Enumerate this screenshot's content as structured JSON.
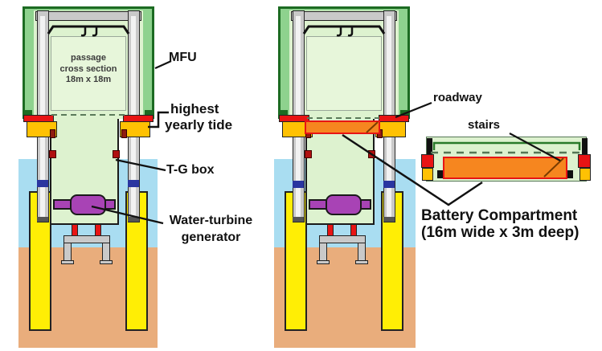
{
  "left_diagram": {
    "passage_label": {
      "line1": "passage",
      "line2": "cross section",
      "line3": "18m x 18m"
    },
    "labels": {
      "mfu": "MFU",
      "tide_line1": "highest",
      "tide_line2": "yearly tide",
      "tg_box": "T-G box",
      "wtg_line1": "Water-turbine",
      "wtg_line2": "generator"
    }
  },
  "right_diagram": {
    "labels": {
      "roadway": "roadway",
      "stairs": "stairs",
      "battery_line1": "Battery Compartment",
      "battery_line2": "(16m wide x 3m deep)"
    }
  },
  "colors": {
    "mfu_green": "#8ed28e",
    "interior_green": "#ddf2cf",
    "passage_green": "#e7f6da",
    "water_blue": "#a9ddf1",
    "seabed_tan": "#e9ad7c",
    "pile_yellow": "#ffee05",
    "tide_red": "#e81414",
    "support_gold": "#ffc103",
    "column_gray": "#c9c9c9",
    "generator_purple": "#a843b5",
    "battery_orange": "#f6861f",
    "band_blue": "#2a35a0"
  }
}
